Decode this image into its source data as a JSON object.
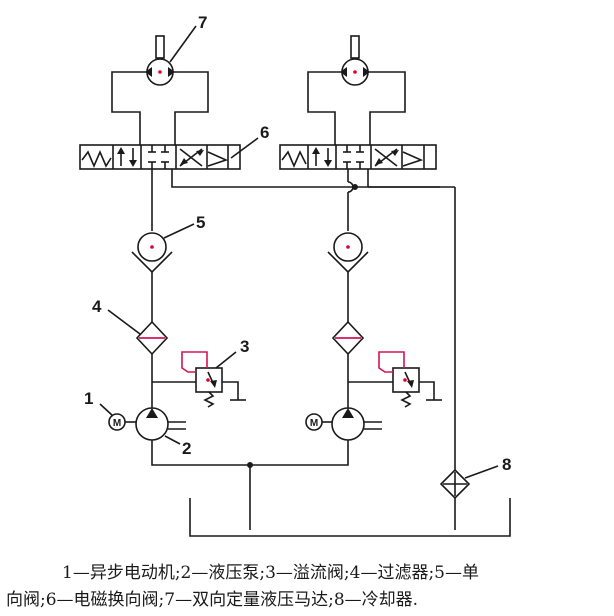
{
  "labels": {
    "n1": "1",
    "n2": "2",
    "n3": "3",
    "n4": "4",
    "n5": "5",
    "n6": "6",
    "n7": "7",
    "n8": "8",
    "motor_symbol": "M"
  },
  "caption": {
    "line1": "1—异步电动机;2—液压泵;3—溢流阀;4—过滤器;5—单",
    "line2": "向阀;6—电磁换向阀;7—双向定量液压马达;8—冷却器."
  },
  "colors": {
    "line": "#1a1a1a",
    "accent": "#d4145a",
    "center_dot": "#e0002a"
  }
}
